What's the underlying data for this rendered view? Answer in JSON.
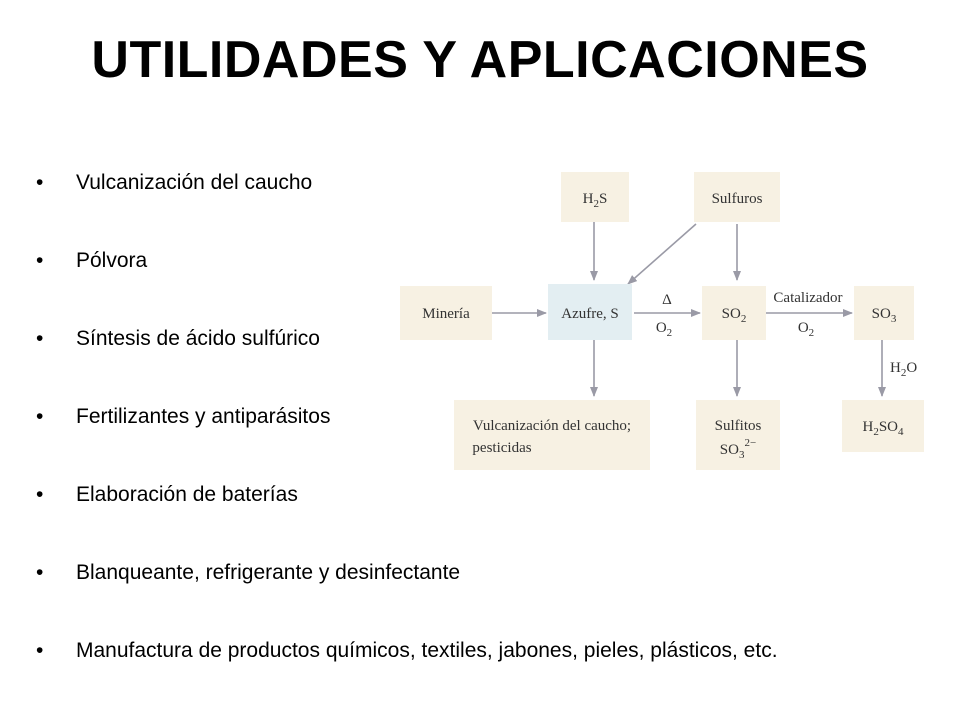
{
  "slide": {
    "title": "UTILIDADES Y APLICACIONES",
    "bullet_char": "•",
    "bullets": [
      "Vulcanización del caucho",
      "Pólvora",
      "Síntesis de ácido sulfúrico",
      "Fertilizantes y antiparásitos",
      "Elaboración de baterías",
      "Blanqueante, refrigerante y desinfectante",
      "Manufactura de productos químicos, textiles, jabones, pieles, plásticos, etc."
    ]
  },
  "diagram": {
    "nodes": {
      "h2s": {
        "main": "H",
        "sub": "2",
        "tail": "S"
      },
      "sulfuros": "Sulfuros",
      "mineria": "Minería",
      "azufre": "Azufre, S",
      "so2": {
        "main": "SO",
        "sub": "2"
      },
      "so3": {
        "main": "SO",
        "sub": "3"
      },
      "vulcanizacion": [
        "Vulcanización del caucho;",
        "pesticidas"
      ],
      "sulfitos": {
        "line1": "Sulfitos",
        "main": "SO",
        "sub": "3",
        "sup": "2−"
      },
      "h2so4": {
        "a": "H",
        "sub1": "2",
        "b": "SO",
        "sub2": "4"
      }
    },
    "edge_labels": {
      "delta": "Δ",
      "o2_a": {
        "main": "O",
        "sub": "2"
      },
      "catalizador": "Catalizador",
      "o2_b": {
        "main": "O",
        "sub": "2"
      },
      "h2o": {
        "a": "H",
        "sub": "2",
        "b": "O"
      }
    }
  }
}
